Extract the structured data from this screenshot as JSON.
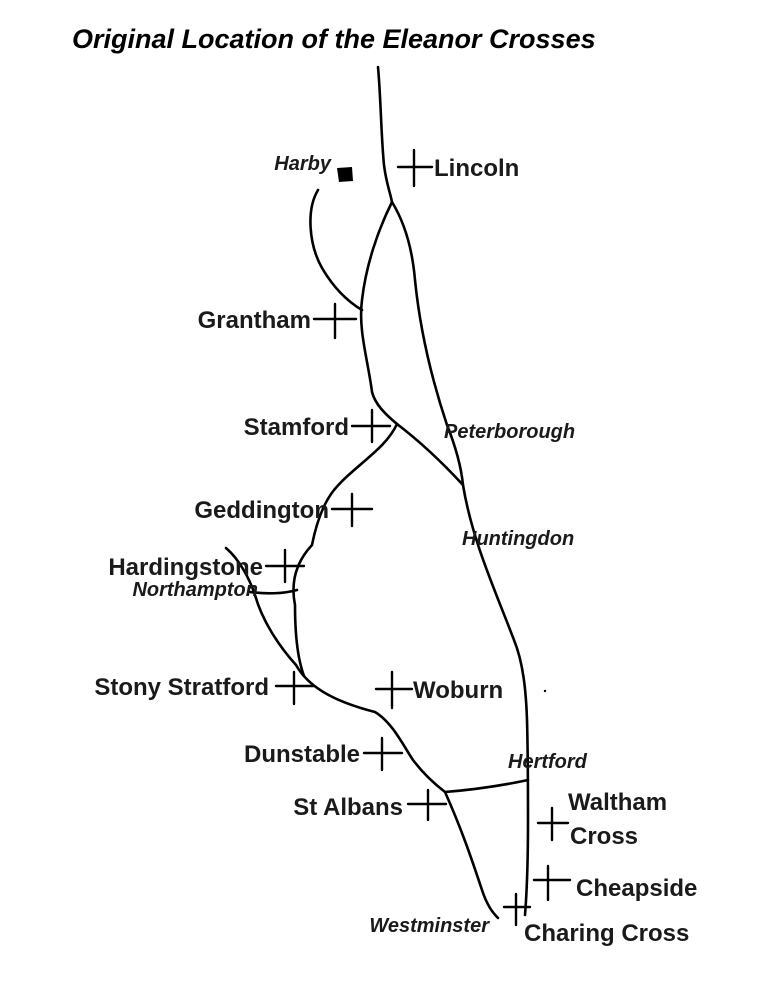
{
  "title": "Original Location of the Eleanor Crosses",
  "crosses": {
    "lincoln": "Lincoln",
    "grantham": "Grantham",
    "stamford": "Stamford",
    "geddington": "Geddington",
    "hardingstone": "Hardingstone",
    "stony_stratford": "Stony Stratford",
    "woburn": "Woburn",
    "dunstable": "Dunstable",
    "st_albans": "St Albans",
    "waltham_cross_line1": "Waltham",
    "waltham_cross_line2": "Cross",
    "cheapside": "Cheapside",
    "charing_cross": "Charing Cross"
  },
  "towns": {
    "harby": "Harby",
    "peterborough": "Peterborough",
    "northampton": "Northampton",
    "huntingdon": "Huntingdon",
    "hertford": "Hertford",
    "westminster": "Westminster"
  },
  "icons": {
    "cross_marker": "eleanor-cross-icon",
    "town_marker": "harby-square-icon"
  }
}
